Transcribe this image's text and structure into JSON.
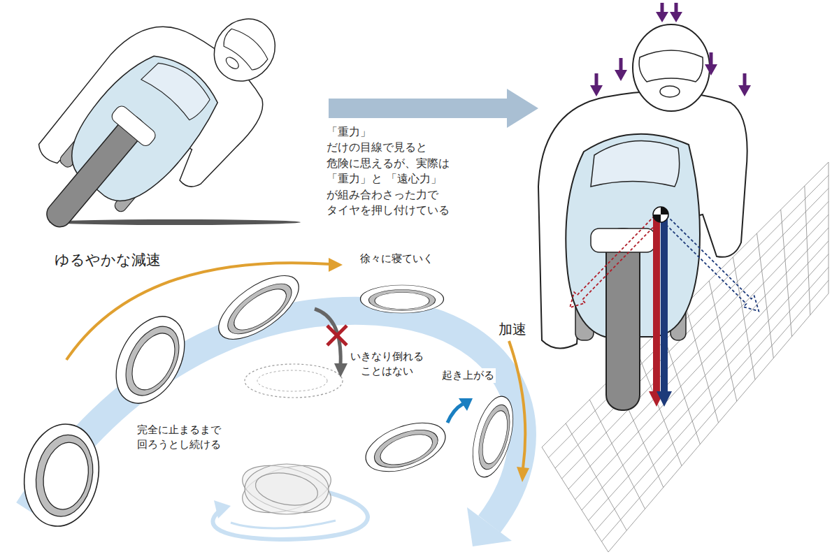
{
  "diagram": {
    "labels": [
      "「重力」だけの目線で見ると 危険に思えるが、実際は「重力」と 「遠心力」が組み合わさった力で タイヤを押し付けている",
      "ゆるやかな減速",
      "徐々に寝ていく",
      "いきなり倒れる ことはない",
      "加速",
      "起き上がる",
      "完全に止まるまで 回ろうとし続ける"
    ]
  }
}
